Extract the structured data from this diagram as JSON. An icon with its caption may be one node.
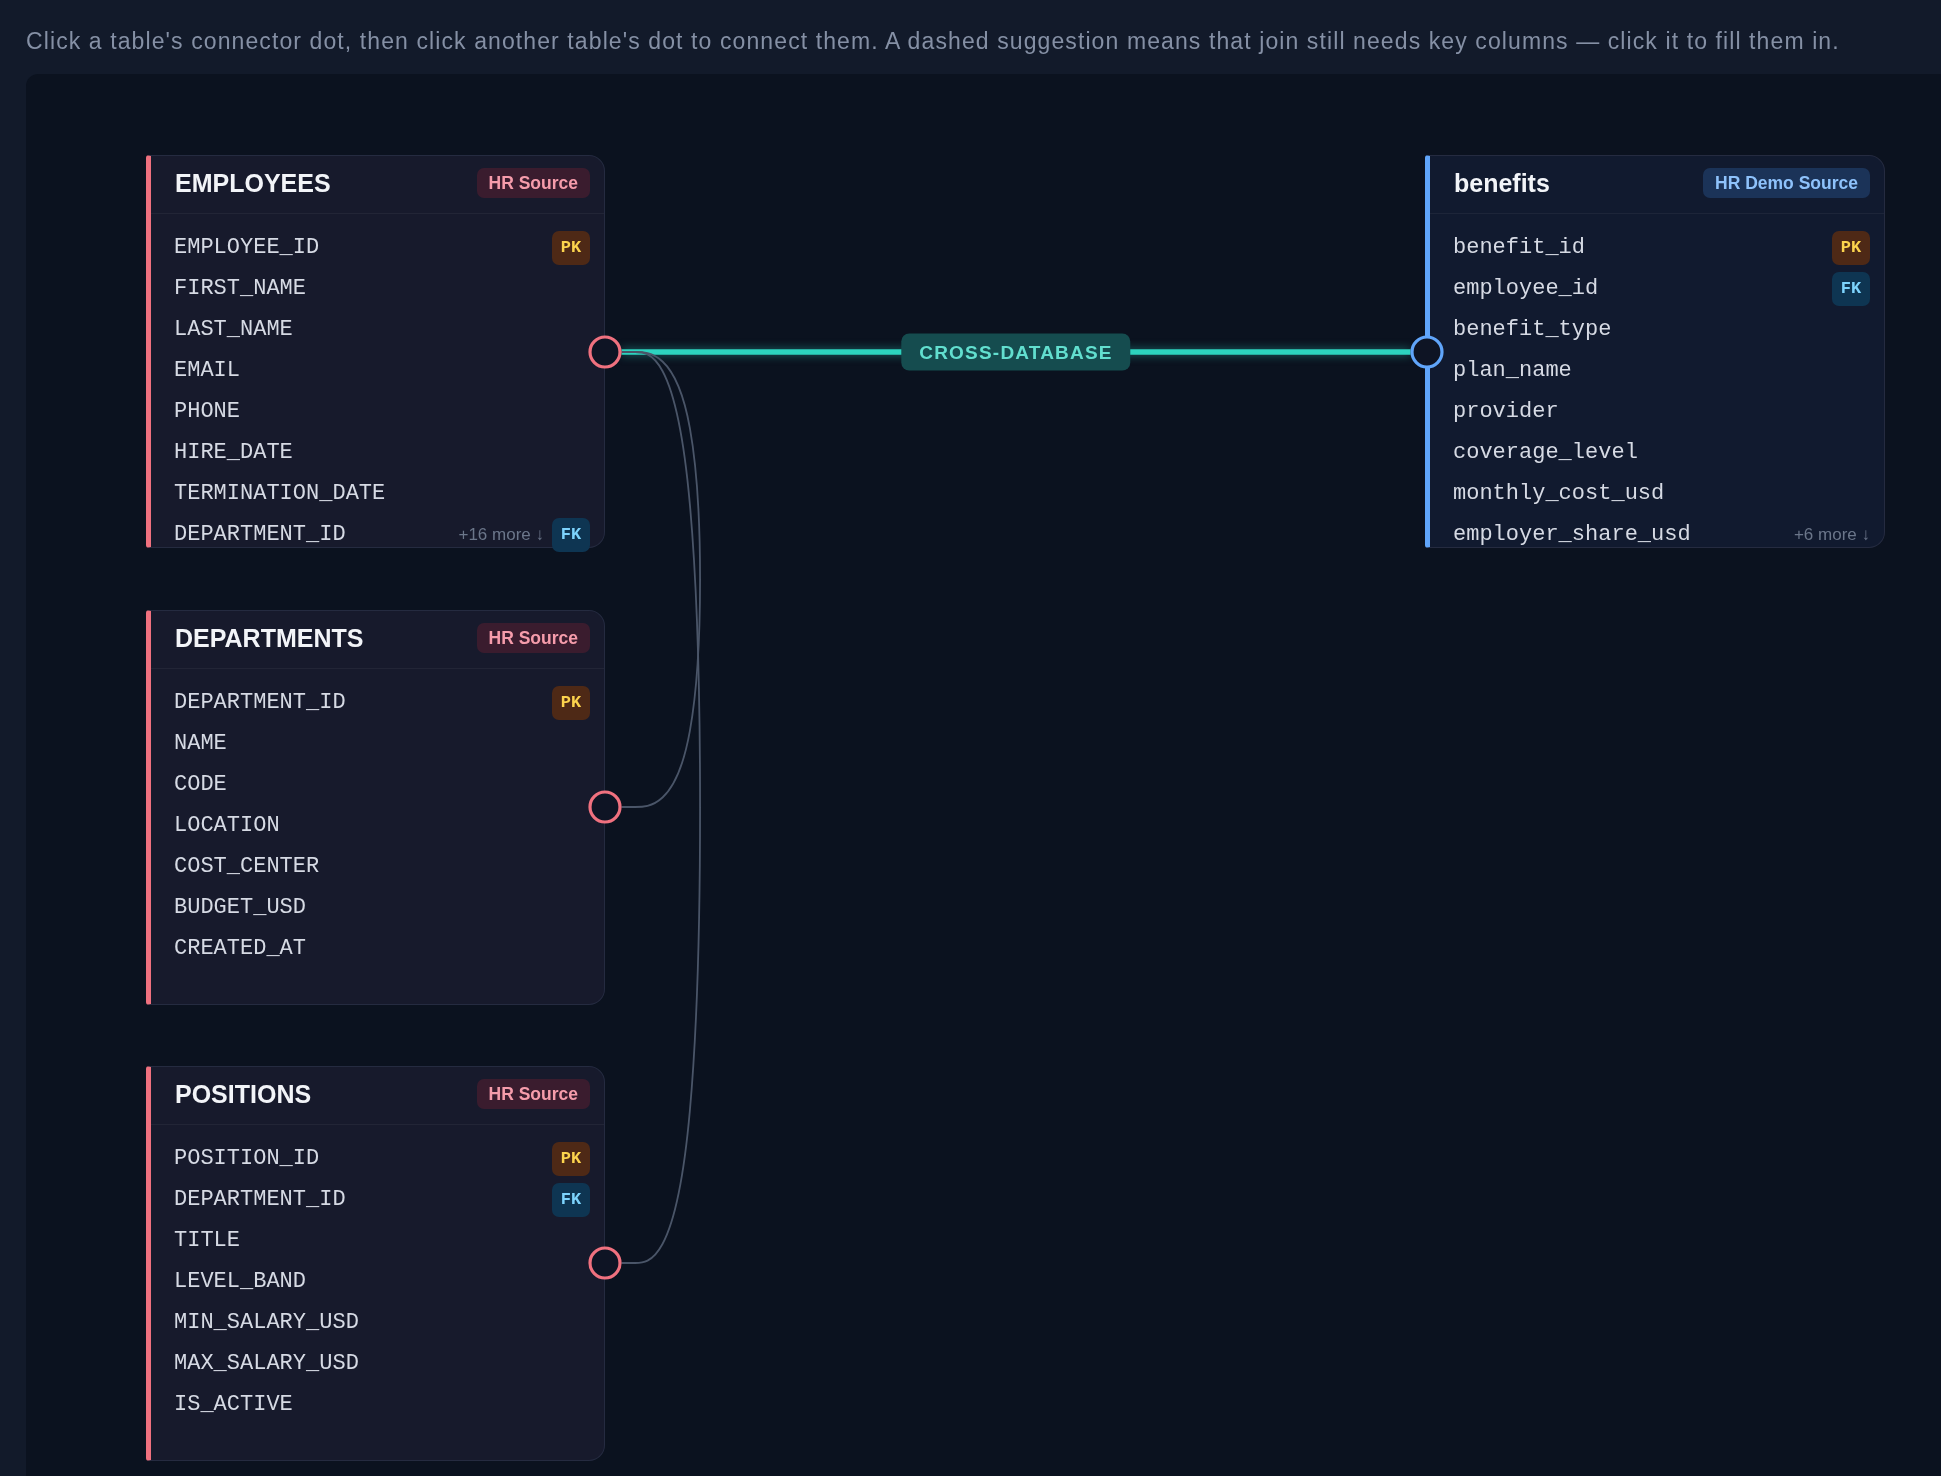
{
  "diagram": {
    "nodes": [
      {
        "text": [
          "EMPLOYEES",
          "EMPLOYEE_ID",
          "FIRST_NAME",
          "LAST_NAME",
          "EMAIL",
          "PHONE",
          "HIRE_DATE",
          "TERMINATION_DATE",
          "DEPARTMENT_ID",
          "+16 more ↓"
        ]
      },
      {
        "text": [
          "HR Source"
        ],
        "in": 0
      },
      {
        "text": [
          "PK"
        ],
        "in": 0
      },
      {
        "text": [
          "FK"
        ],
        "in": 0
      },
      {
        "text": [],
        "shape": "circle"
      },
      {
        "text": [
          "benefits",
          "benefit_id",
          "employee_id",
          "benefit_type",
          "plan_name",
          "provider",
          "coverage_level",
          "monthly_cost_usd",
          "employer_share_usd",
          "+6 more ↓"
        ]
      },
      {
        "text": [
          "HR Demo Source"
        ],
        "in": 5
      },
      {
        "text": [
          "PK"
        ],
        "in": 5
      },
      {
        "text": [
          "FK"
        ],
        "in": 5
      },
      {
        "text": [],
        "shape": "circle"
      },
      {
        "text": [
          "DEPARTMENTS",
          "DEPARTMENT_ID",
          "NAME",
          "CODE",
          "LOCATION",
          "COST_CENTER",
          "BUDGET_USD",
          "CREATED_AT"
        ]
      },
      {
        "text": [
          "HR Source"
        ],
        "in": 10
      },
      {
        "text": [
          "PK"
        ],
        "in": 10
      },
      {
        "text": [],
        "shape": "circle"
      },
      {
        "text": [
          "POSITIONS",
          "POSITION_ID",
          "DEPARTMENT_ID",
          "TITLE",
          "LEVEL_BAND",
          "MIN_SALARY_USD",
          "MAX_SALARY_USD",
          "IS_ACTIVE"
        ]
      },
      {
        "text": [
          "HR Source"
        ],
        "in": 14
      },
      {
        "text": [
          "PK"
        ],
        "in": 14
      },
      {
        "text": [
          "FK"
        ],
        "in": 14
      },
      {
        "text": [],
        "shape": "circle"
      }
    ],
    "edges": [
      {
        "from": 4,
        "to": 9,
        "arrow": "none",
        "label": "CROSS-DATABASE",
        "style": "thick",
        "color": "#2dd4bf"
      },
      {
        "from": 4,
        "to": 13,
        "arrow": "none"
      },
      {
        "from": 4,
        "to": 18,
        "arrow": "none"
      }
    ],
    "labels": [
      "Click a table's connector dot, then click another table's dot to connect them. A dashed suggestion means that join still needs key columns — click it to fill them in."
    ]
  }
}
